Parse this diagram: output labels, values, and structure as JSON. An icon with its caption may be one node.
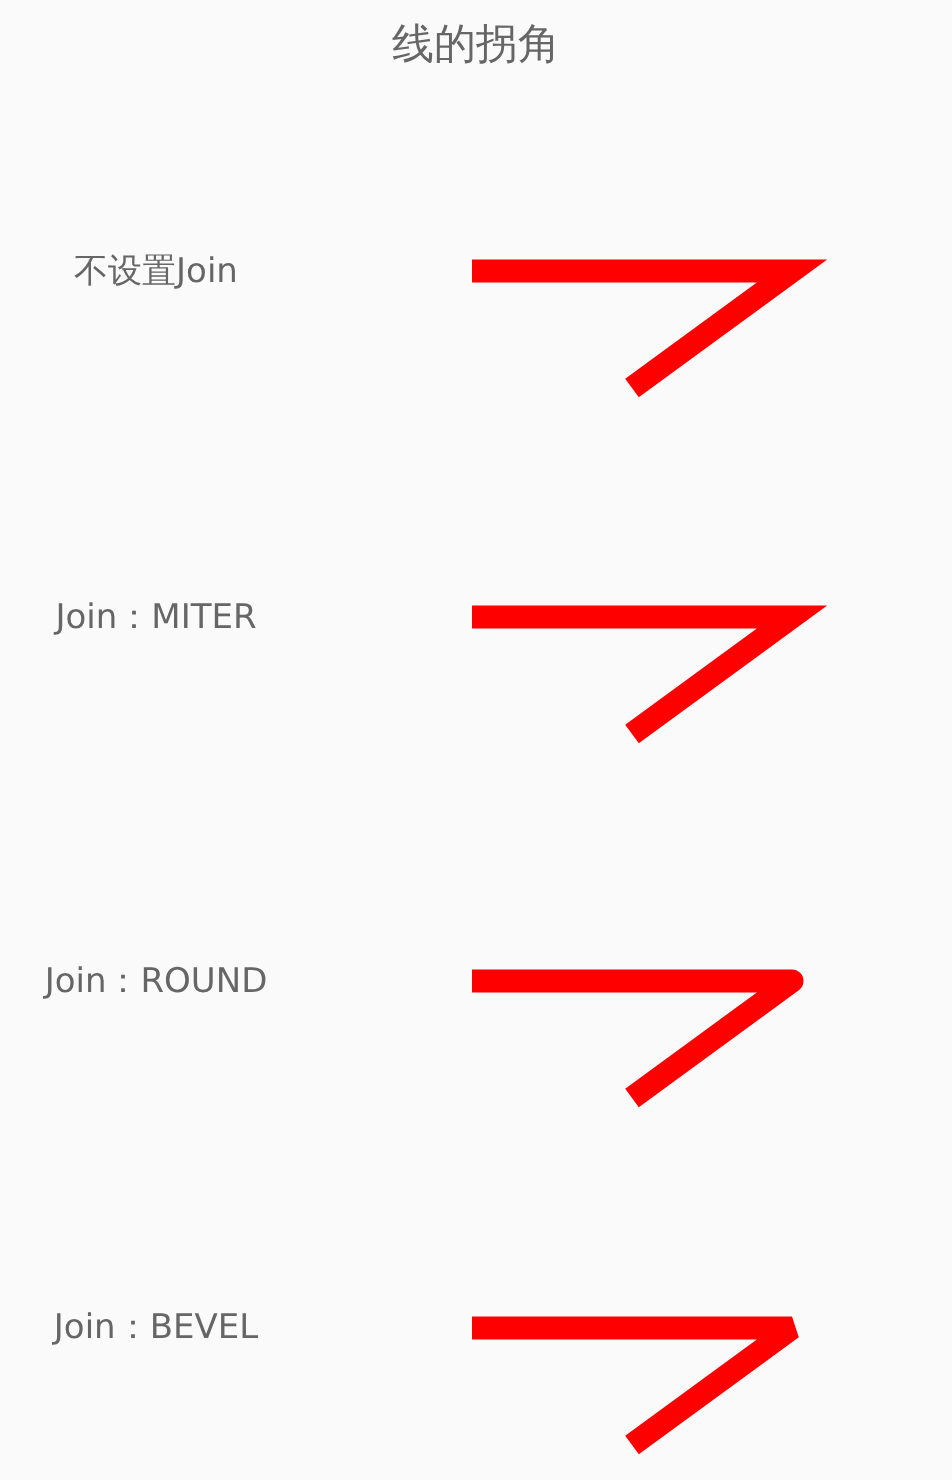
{
  "diagram": {
    "title": "线的拐角",
    "labels": [
      "不设置Join",
      "Join：MITER",
      "Join：ROUND",
      "Join：BEVEL"
    ]
  }
}
